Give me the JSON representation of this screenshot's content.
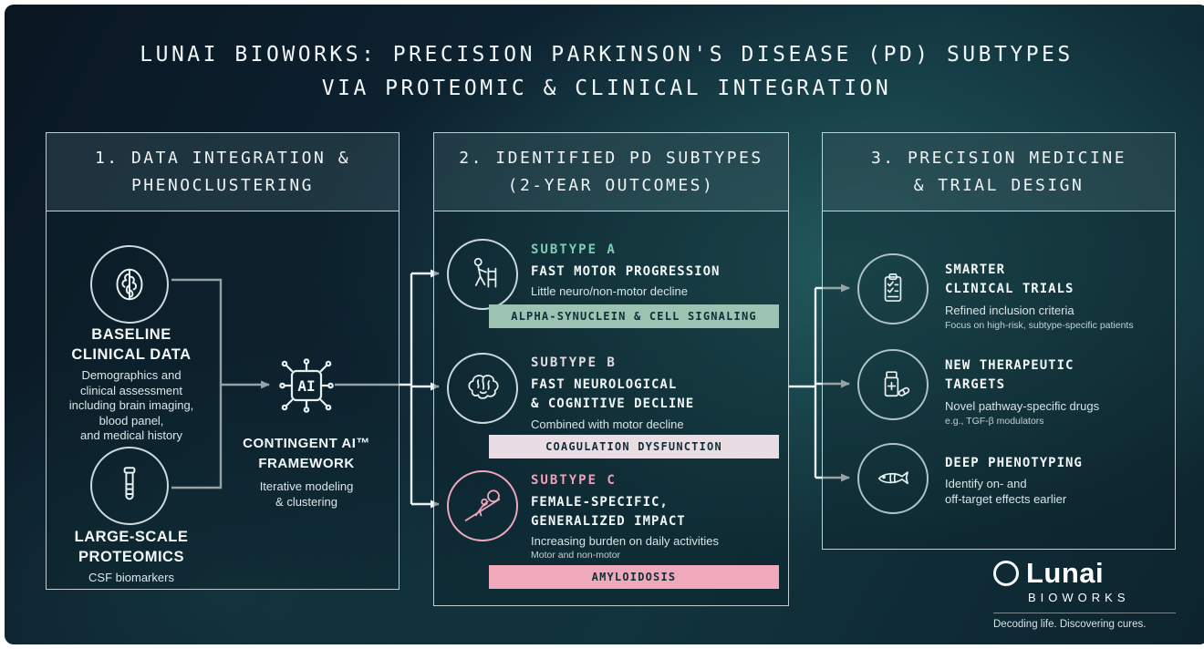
{
  "title": {
    "line1": "LUNAI BIOWORKS: PRECISION PARKINSON'S DISEASE (PD) SUBTYPES",
    "line2": "VIA PROTEOMIC & CLINICAL INTEGRATION"
  },
  "colors": {
    "subtype_a_accent": "#7fcbb4",
    "subtype_b_accent": "#e3dae1",
    "subtype_c_accent": "#ef9fb6",
    "banner_a_bg": "#9cc2b2",
    "banner_b_bg": "#e9dde3",
    "banner_c_bg": "#f0a9bb",
    "banner_text": "#102e38",
    "arrow": "#e9f1f3"
  },
  "panel1": {
    "header": "1. DATA INTEGRATION &\nPHENOCLUSTERING",
    "baseline_title": "BASELINE\nCLINICAL DATA",
    "baseline_desc": "Demographics and\nclinical assessment\nincluding brain imaging,\nblood panel,\nand medical history",
    "proteomics_title": "LARGE-SCALE\nPROTEOMICS",
    "proteomics_desc": "CSF biomarkers",
    "ai_chip_label": "AI",
    "ai_title": "CONTINGENT AI™\nFRAMEWORK",
    "ai_desc": "Iterative modeling\n& clustering"
  },
  "panel2": {
    "header": "2. IDENTIFIED PD SUBTYPES\n(2-YEAR OUTCOMES)",
    "subtypes": [
      {
        "name": "SUBTYPE A",
        "heading": "FAST MOTOR PROGRESSION",
        "desc": "Little neuro/non-motor decline",
        "banner": "ALPHA-SYNUCLEIN & CELL SIGNALING"
      },
      {
        "name": "SUBTYPE B",
        "heading": "FAST NEUROLOGICAL\n& COGNITIVE DECLINE",
        "desc": "Combined with motor decline",
        "banner": "COAGULATION DYSFUNCTION"
      },
      {
        "name": "SUBTYPE C",
        "heading": "FEMALE-SPECIFIC,\nGENERALIZED IMPACT",
        "desc": "Increasing burden on daily activities",
        "desc_small": "Motor and non-motor",
        "banner": "AMYLOIDOSIS"
      }
    ]
  },
  "panel3": {
    "header": "3. PRECISION MEDICINE\n& TRIAL DESIGN",
    "items": [
      {
        "heading": "SMARTER\nCLINICAL TRIALS",
        "desc": "Refined inclusion criteria",
        "desc_small": "Focus on high-risk, subtype-specific patients"
      },
      {
        "heading": "NEW THERAPEUTIC\nTARGETS",
        "desc": "Novel pathway-specific drugs",
        "desc_small": "e.g., TGF-β modulators"
      },
      {
        "heading": "DEEP PHENOTYPING",
        "desc": "Identify on- and\noff-target effects earlier"
      }
    ]
  },
  "logo": {
    "name": "Lunai",
    "sub": "BIOWORKS",
    "tagline": "Decoding life. Discovering cures."
  }
}
